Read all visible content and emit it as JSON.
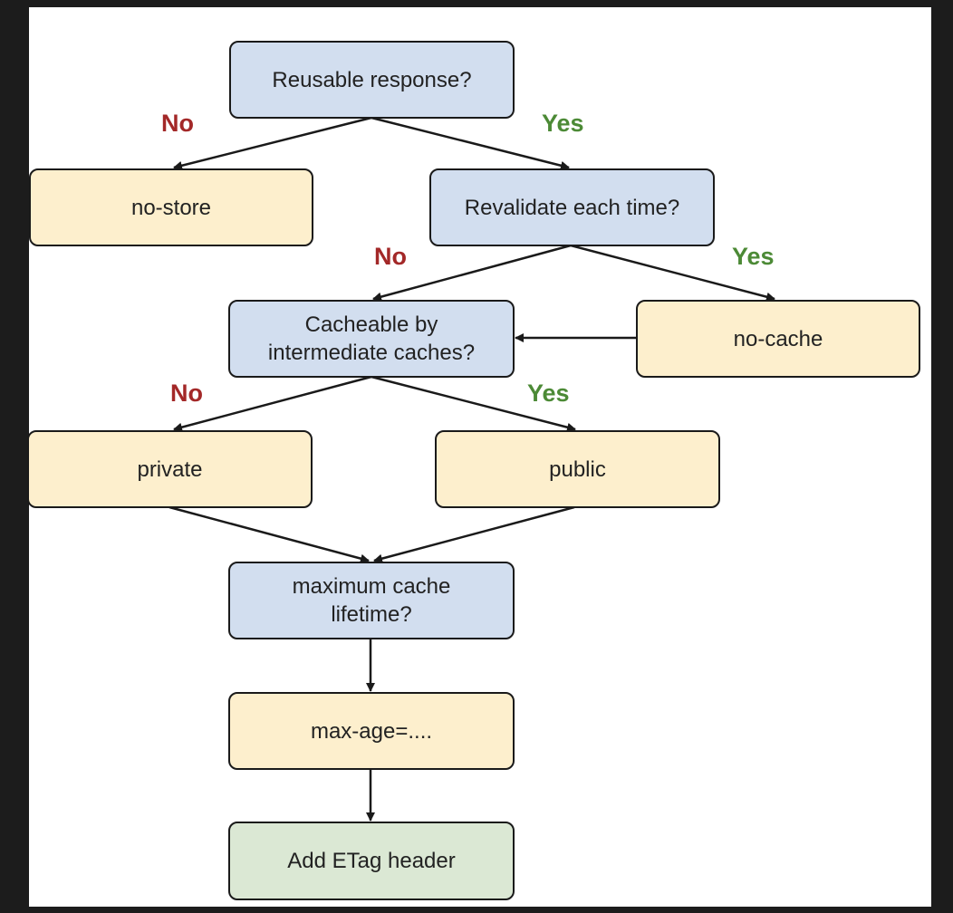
{
  "diagram": {
    "colors": {
      "question_fill": "#d2deef",
      "answer_fill": "#fdefcd",
      "final_fill": "#dbe8d4",
      "no_label": "#a32828",
      "yes_label": "#4c8a36",
      "border": "#1a1a1a"
    },
    "nodes": {
      "reusable": "Reusable response?",
      "no_store": "no-store",
      "revalidate": "Revalidate each time?",
      "cacheable_line1": "Cacheable by",
      "cacheable_line2": "intermediate caches?",
      "no_cache": "no-cache",
      "private": "private",
      "public": "public",
      "lifetime_line1": "maximum cache",
      "lifetime_line2": "lifetime?",
      "max_age": "max-age=....",
      "etag": "Add ETag header"
    },
    "labels": {
      "reusable_no": "No",
      "reusable_yes": "Yes",
      "revalidate_no": "No",
      "revalidate_yes": "Yes",
      "cacheable_no": "No",
      "cacheable_yes": "Yes"
    }
  }
}
